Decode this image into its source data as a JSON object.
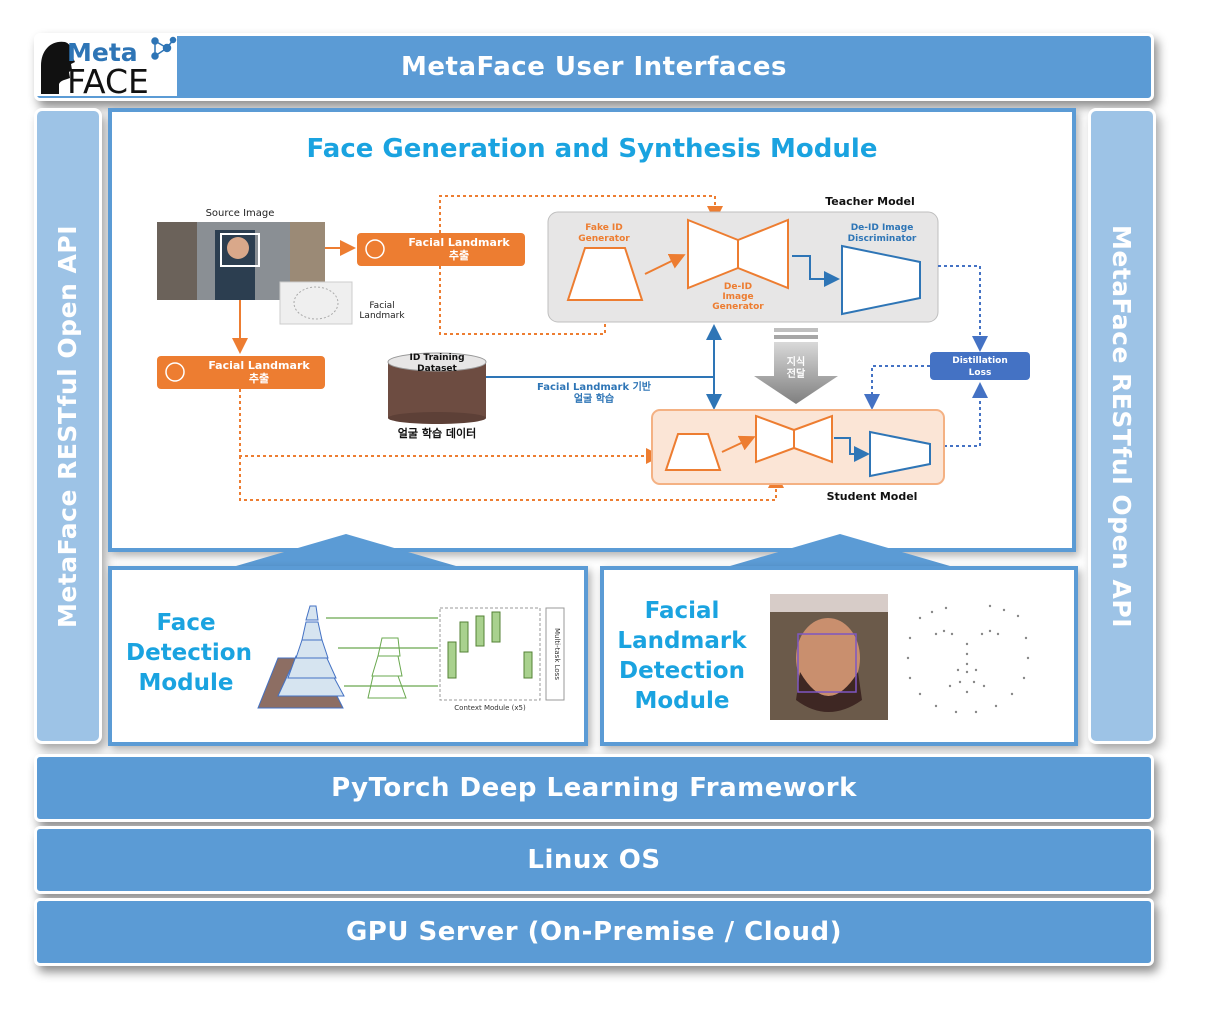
{
  "logo": {
    "line1": "Meta",
    "line2": "FACE"
  },
  "layers": {
    "user_interfaces": "MetaFace User Interfaces",
    "pytorch": "PyTorch Deep Learning Framework",
    "linux": "Linux OS",
    "gpu": "GPU Server (On-Premise / Cloud)"
  },
  "side_api": "MetaFace RESTful Open API",
  "gen_module": {
    "title": "Face Generation and Synthesis Module",
    "source_image": "Source Image",
    "facial_landmark_label": [
      "Facial",
      "Landmark"
    ],
    "extract_box_top": [
      "Facial Landmark",
      "추출"
    ],
    "extract_box_left": [
      "Facial Landmark",
      "추출"
    ],
    "dataset": [
      "ID Training",
      "Dataset"
    ],
    "dataset_caption": "얼굴 학습 데이터",
    "learning_label": [
      "Facial Landmark 기반",
      "얼굴 학습"
    ],
    "teacher_model": "Teacher Model",
    "student_model": "Student Model",
    "fake_id_generator": [
      "Fake ID",
      "Generator"
    ],
    "deid_generator": [
      "De-ID",
      "Image",
      "Generator"
    ],
    "deid_discriminator": [
      "De-ID Image",
      "Discriminator"
    ],
    "knowledge_transfer": [
      "지식",
      "전달"
    ],
    "distillation_loss": [
      "Distillation",
      "Loss"
    ]
  },
  "face_detection": {
    "title": [
      "Face",
      "Detection",
      "Module"
    ],
    "context_module": "Context Module (x5)",
    "multi_task_loss": "Multi-task Loss"
  },
  "landmark_detection": {
    "title": [
      "Facial",
      "Landmark",
      "Detection",
      "Module"
    ]
  },
  "colors": {
    "layer_blue": "#5b9bd5",
    "side_blue": "#9dc3e6",
    "title_cyan": "#1aa3e0",
    "orange": "#ed7d31",
    "net_blue": "#2e75b6",
    "loss_blue": "#4472c4"
  }
}
